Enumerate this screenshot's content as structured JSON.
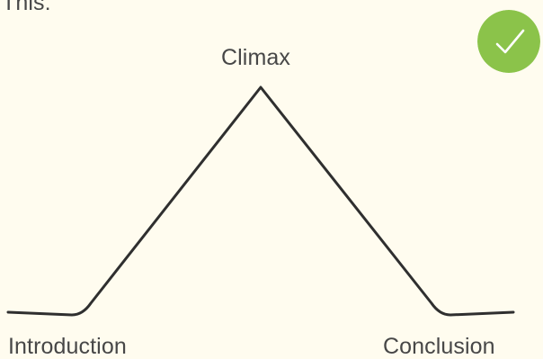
{
  "header": {
    "fragment": "This:"
  },
  "diagram": {
    "labels": {
      "climax": "Climax",
      "introduction": "Introduction",
      "conclusion": "Conclusion"
    }
  },
  "badge": {
    "icon": "checkmark-icon",
    "color": "#8bc34a"
  },
  "colors": {
    "background": "#fffcef",
    "line": "#2f2f2f",
    "text": "#474747"
  }
}
